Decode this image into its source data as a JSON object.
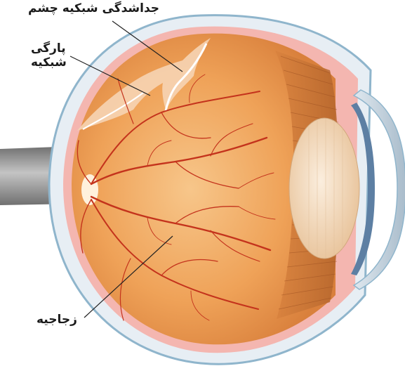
{
  "labels": {
    "retinal_detachment": "جداشدگی شبکیه چشم",
    "retinal_tear_line1": "پارگی",
    "retinal_tear_line2": "شبکیه",
    "vitreous": "زجاجیه"
  },
  "colors": {
    "background": "#ffffff",
    "sclera_outline": "#8fb5cc",
    "retina_fill": "#efa45a",
    "retina_light": "#f6c07f",
    "vessels": "#c4331c",
    "optic_nerve": "#8a8a8a",
    "lens": "#f4d9b8",
    "cornea": "#c9d9e6",
    "iris": "#5d7fa3"
  }
}
